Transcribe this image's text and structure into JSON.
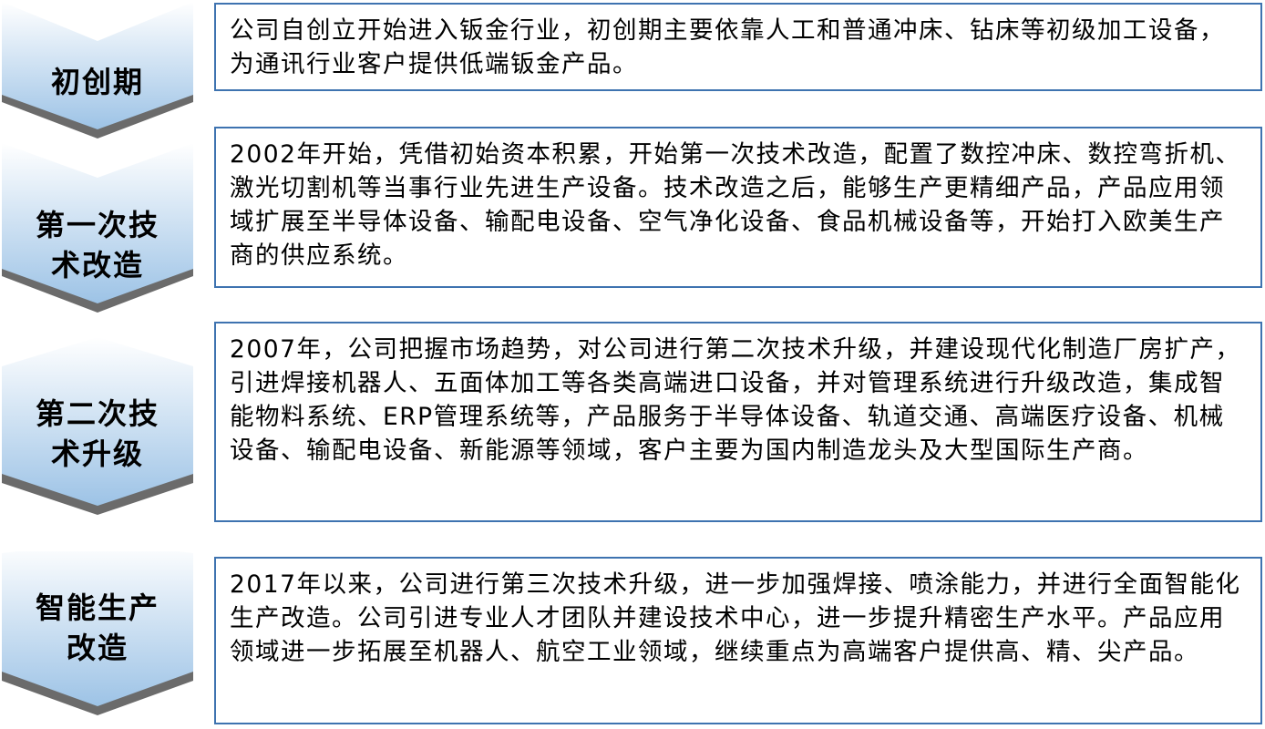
{
  "stages": [
    {
      "label": "初创期",
      "text": "公司自创立开始进入钣金行业，初创期主要依靠人工和普通冲床、钻床等初级加工设备，为通讯行业客户提供低端钣金产品。"
    },
    {
      "label": "第一次技\n术改造",
      "text": "2002年开始，凭借初始资本积累，开始第一次技术改造，配置了数控冲床、数控弯折机、激光切割机等当事行业先进生产设备。技术改造之后，能够生产更精细产品，产品应用领域扩展至半导体设备、输配电设备、空气净化设备、食品机械设备等，开始打入欧美生产商的供应系统。"
    },
    {
      "label": "第二次技\n术升级",
      "text": "2007年，公司把握市场趋势，对公司进行第二次技术升级，并建设现代化制造厂房扩产，引进焊接机器人、五面体加工等各类高端进口设备，并对管理系统进行升级改造，集成智能物料系统、ERP管理系统等，产品服务于半导体设备、轨道交通、高端医疗设备、机械设备、输配电设备、新能源等领域，客户主要为国内制造龙头及大型国际生产商。"
    },
    {
      "label": "智能生产\n改造",
      "text": "2017年以来，公司进行第三次技术升级，进一步加强焊接、喷涂能力，并进行全面智能化生产改造。公司引进专业人才团队并建设技术中心，进一步提升精密生产水平。产品应用领域进一步拓展至机器人、航空工业领域，继续重点为高端客户提供高、精、尖产品。"
    }
  ],
  "colors": {
    "chevron_top": "#ffffff",
    "chevron_bottom": "#9dc3e6",
    "chevron_shadow": "#595959",
    "box_border": "#3e73b0"
  }
}
